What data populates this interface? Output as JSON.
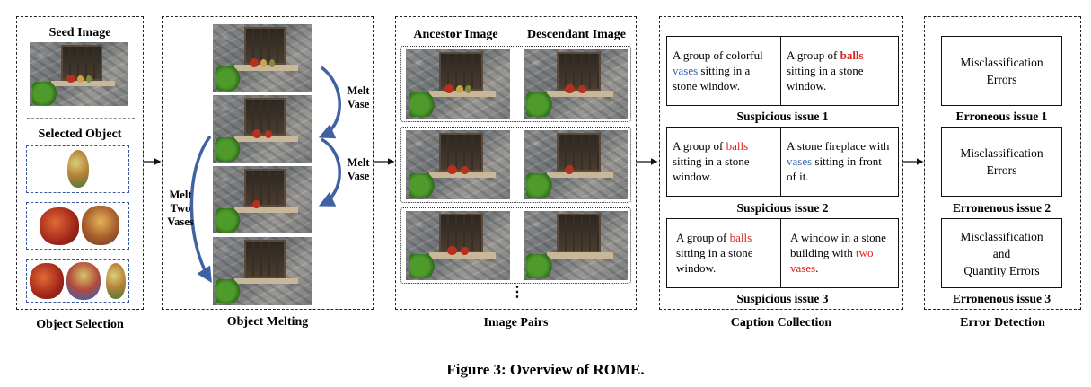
{
  "figure": {
    "caption": "Figure 3: Overview of ROME."
  },
  "object_selection": {
    "stage": "Object Selection",
    "seed_label": "Seed Image",
    "selected_label": "Selected Object"
  },
  "object_melting": {
    "stage": "Object Melting",
    "melt_vase_1": "Melt\nVase",
    "melt_vase_2": "Melt\nVase",
    "melt_two_vases": "Melt\nTwo\nVases"
  },
  "image_pairs": {
    "stage": "Image Pairs",
    "ancestor_label": "Ancestor Image",
    "descendant_label": "Descendant Image",
    "ellipsis": "⋮"
  },
  "caption_collection": {
    "stage": "Caption Collection",
    "issues": [
      {
        "label": "Suspicious issue 1",
        "left": {
          "pre": "A group of colorful ",
          "hl": "vases",
          "post": " sitting in a stone window."
        },
        "right": {
          "pre": "A group of ",
          "hl": "balls",
          "post": " sitting in a stone window."
        }
      },
      {
        "label": "Suspicious issue 2",
        "left": {
          "pre": "A group of ",
          "hl": "balls",
          "post": " sitting in a stone window."
        },
        "right": {
          "pre": "A stone fireplace with ",
          "hl": "vases",
          "post": " sitting in front of it."
        }
      },
      {
        "label": "Suspicious issue 3",
        "left": {
          "pre": "A group of ",
          "hl": "balls",
          "post": " sitting in a stone window."
        },
        "right": {
          "pre": "A window in a stone building with ",
          "hl": "two vases",
          "post": "."
        }
      }
    ]
  },
  "error_detection": {
    "stage": "Error Detection",
    "errors": [
      {
        "text": "Misclassification Errors",
        "label": "Erroneous issue 1"
      },
      {
        "text": "Misclassification Errors",
        "label": "Erronenous issue 2"
      },
      {
        "text_line1": "Misclassification",
        "text_line2": "and",
        "text_line3": "Quantity Errors",
        "label": "Erronenous issue 3"
      }
    ]
  },
  "colors": {
    "highlight_blue": "#3b63a8",
    "highlight_red": "#e0201c",
    "arrow_blue": "#3f62a3"
  }
}
